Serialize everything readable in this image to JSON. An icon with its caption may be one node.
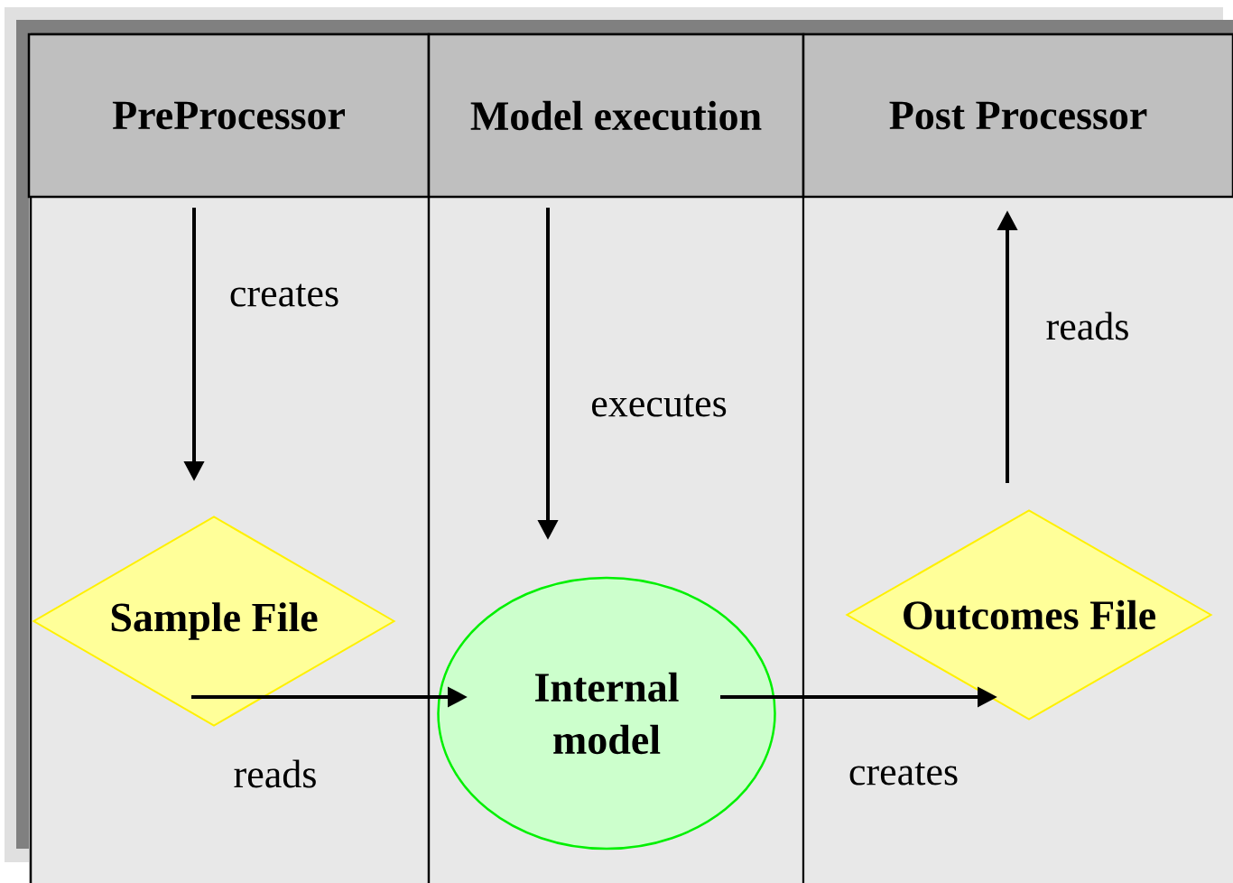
{
  "diagram": {
    "nodes": [
      {
        "text": [
          "PreProcessor"
        ]
      },
      {
        "text": [
          "Model execution"
        ]
      },
      {
        "text": [
          "Post Processor"
        ]
      },
      {
        "text": [
          "Sample File"
        ]
      },
      {
        "text": [
          "Internal model"
        ]
      },
      {
        "text": [
          "Outcomes File"
        ]
      }
    ],
    "edges": [
      {
        "from": 0,
        "to": 3,
        "arrow": "to",
        "label": "creates"
      },
      {
        "from": 1,
        "to": 4,
        "arrow": "to",
        "label": "executes"
      },
      {
        "from": 5,
        "to": 2,
        "arrow": "to",
        "label": "reads"
      },
      {
        "from": 3,
        "to": 4,
        "arrow": "to",
        "label": "reads"
      },
      {
        "from": 4,
        "to": 5,
        "arrow": "to",
        "label": "creates"
      }
    ]
  }
}
